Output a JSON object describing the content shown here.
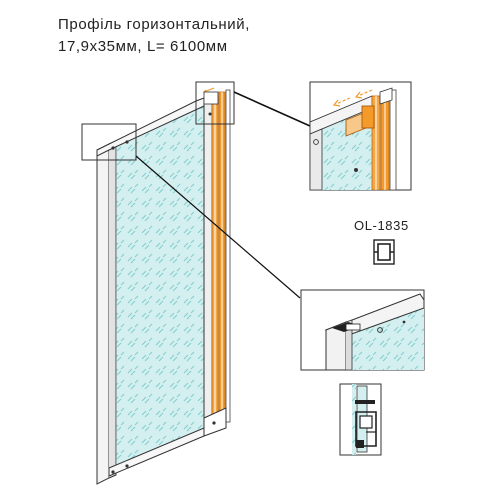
{
  "title": {
    "line1": "Профіль горизонтальний,",
    "line2": "17,9х35мм, L= 6100мм"
  },
  "profile": {
    "code": "OL-1835"
  },
  "colors": {
    "glass_tint": "#bfe6e6",
    "glass_pattern": "#8fd2d2",
    "frame_orange": "#f39a2b",
    "outline": "#333333",
    "background": "#ffffff"
  }
}
